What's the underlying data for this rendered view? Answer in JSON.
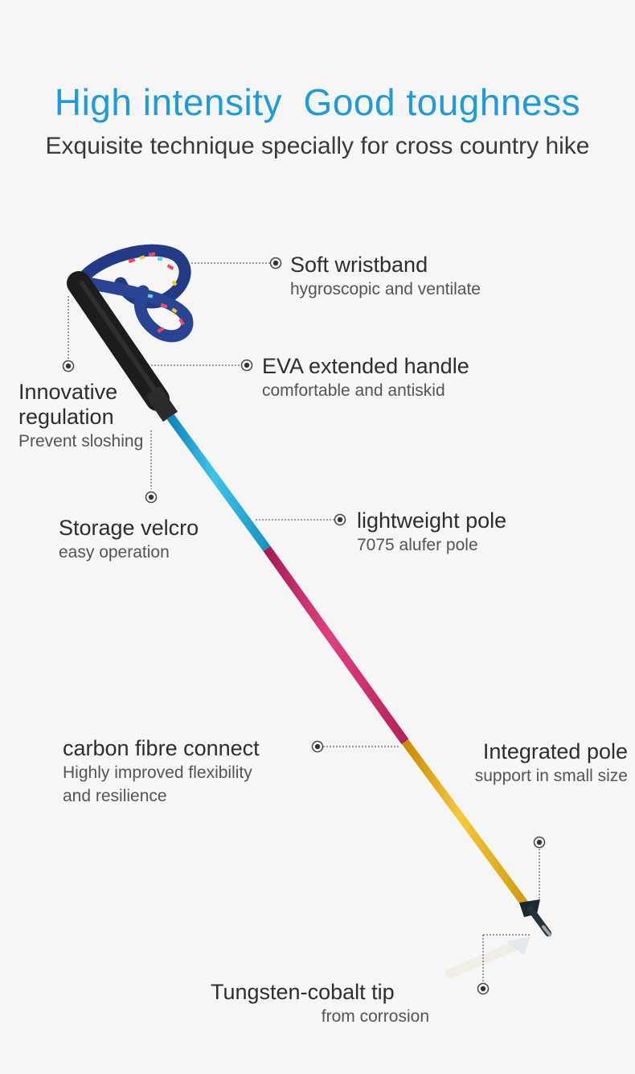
{
  "header": {
    "title": "High intensity  Good toughness",
    "subtitle": "Exquisite technique specially for cross country hike"
  },
  "colors": {
    "accent": "#1f9bd7",
    "section_blue": "#1fa6d4",
    "section_red": "#c8296a",
    "section_gold": "#e0a915",
    "grip": "#222222"
  },
  "features": {
    "wristband": {
      "title": "Soft wristband",
      "desc": "hygroscopic and ventilate"
    },
    "handle": {
      "title": "EVA extended handle",
      "desc": "comfortable and antiskid"
    },
    "regulation": {
      "title": "Innovative\nregulation",
      "desc": "Prevent sloshing"
    },
    "velcro": {
      "title": "Storage velcro",
      "desc": "easy operation"
    },
    "pole": {
      "title": "lightweight pole",
      "desc": "7075 alufer pole"
    },
    "carbon": {
      "title": "carbon fibre connect",
      "desc": "Highly improved flexibility\nand resilience"
    },
    "integrated": {
      "title": "Integrated pole",
      "desc": "support in small size"
    },
    "tip": {
      "title": "Tungsten-cobalt tip",
      "desc": "from corrosion"
    }
  }
}
